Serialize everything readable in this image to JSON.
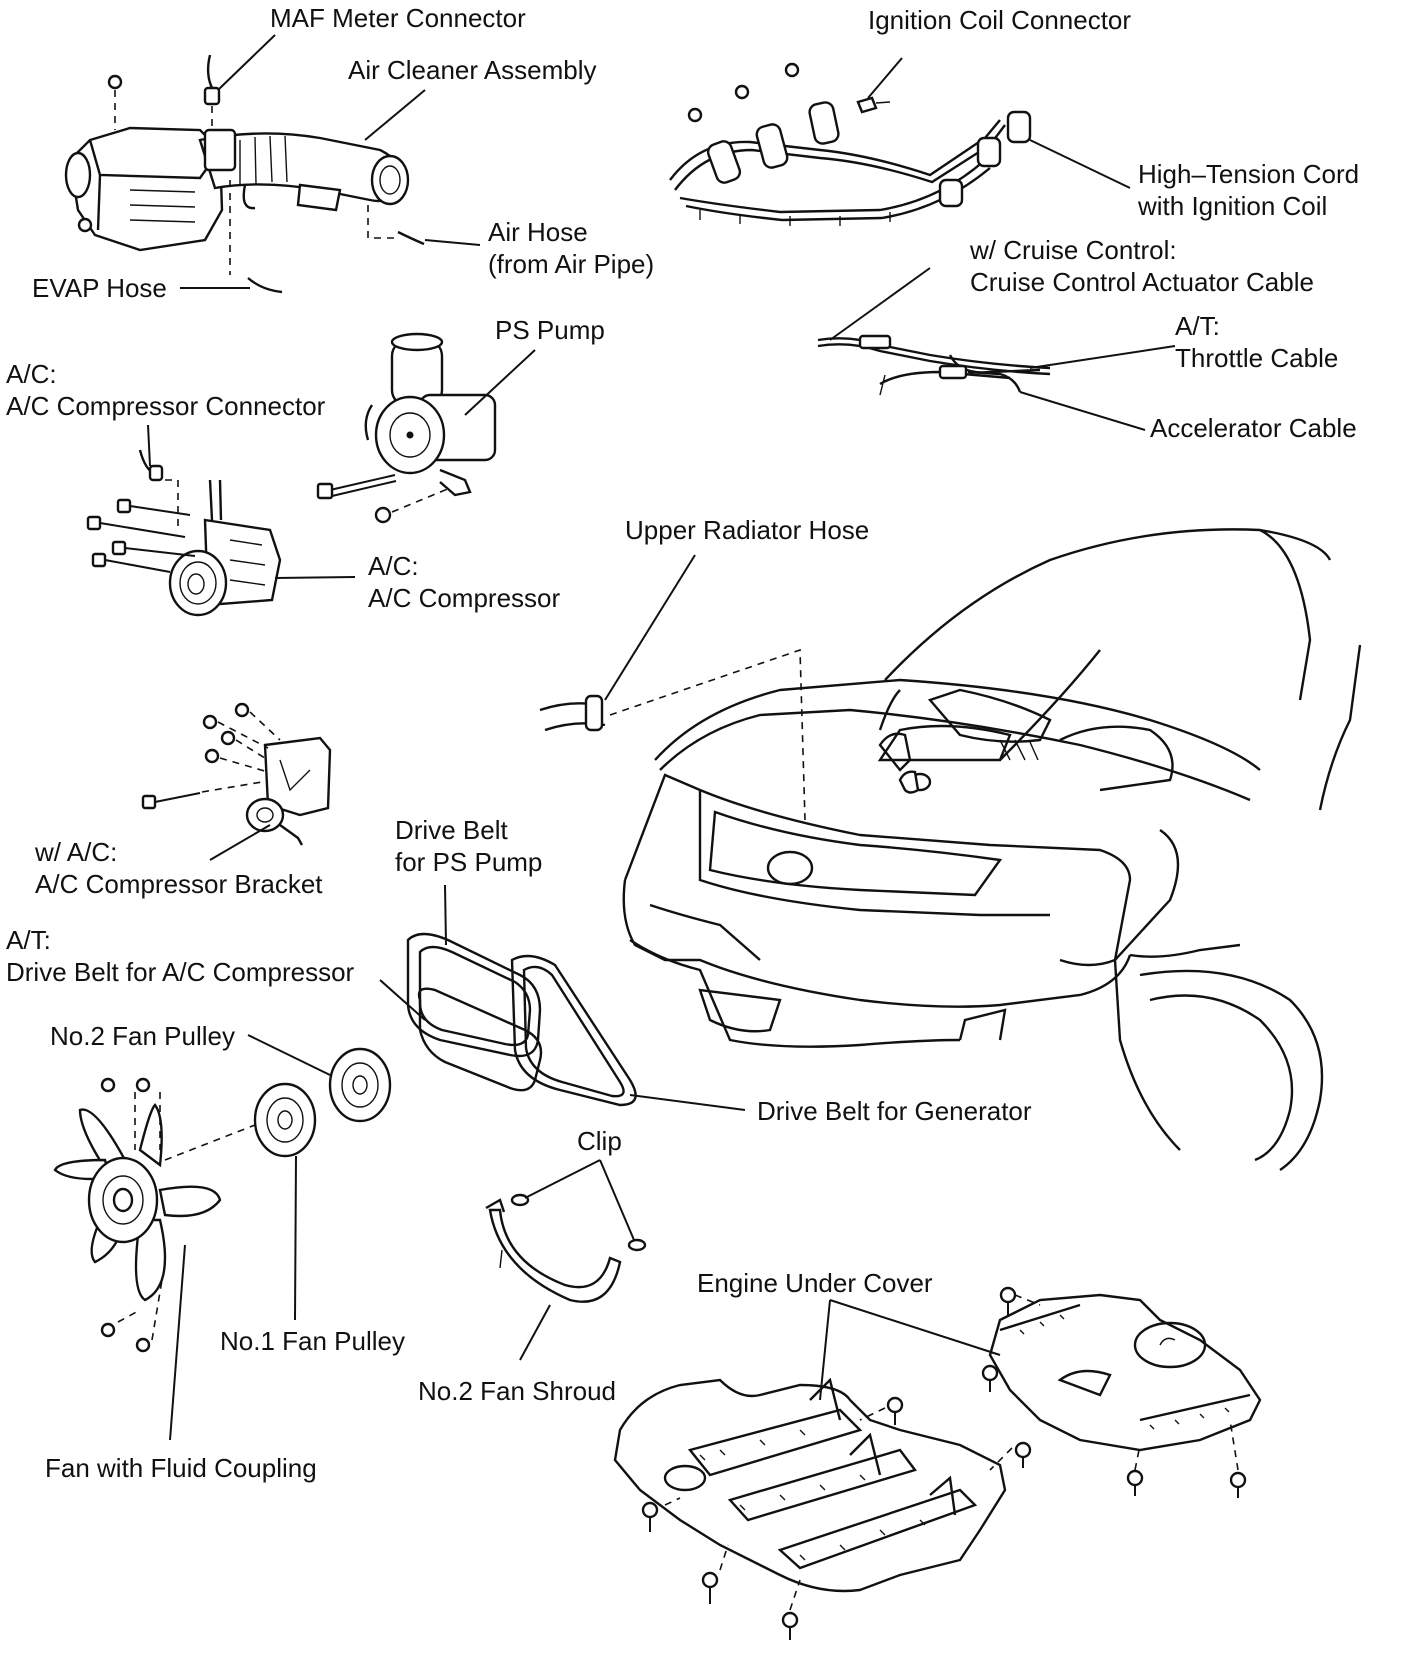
{
  "labels": {
    "maf_meter_connector": "MAF Meter Connector",
    "air_cleaner_assembly": "Air Cleaner Assembly",
    "ignition_coil_connector": "Ignition Coil Connector",
    "high_tension_cord_1": "High–Tension Cord",
    "high_tension_cord_2": "with Ignition Coil",
    "air_hose_1": "Air Hose",
    "air_hose_2": "(from Air Pipe)",
    "evap_hose": "EVAP Hose",
    "cruise_control_1": "w/ Cruise Control:",
    "cruise_control_2": "Cruise Control Actuator Cable",
    "ps_pump": "PS Pump",
    "at_throttle_1": "A/T:",
    "at_throttle_2": "Throttle Cable",
    "ac_connector_1": "A/C:",
    "ac_connector_2": "A/C Compressor Connector",
    "accelerator_cable": "Accelerator Cable",
    "upper_radiator_hose": "Upper Radiator Hose",
    "ac_compressor_1": "A/C:",
    "ac_compressor_2": "A/C Compressor",
    "drive_belt_ps_1": "Drive Belt",
    "drive_belt_ps_2": "for PS Pump",
    "ac_bracket_1": "w/ A/C:",
    "ac_bracket_2": "A/C Compressor Bracket",
    "at_drive_belt_1": "A/T:",
    "at_drive_belt_2": "Drive Belt for A/C Compressor",
    "no2_fan_pulley": "No.2 Fan Pulley",
    "drive_belt_generator": "Drive Belt for Generator",
    "clip": "Clip",
    "engine_under_cover": "Engine Under Cover",
    "no1_fan_pulley": "No.1 Fan Pulley",
    "no2_fan_shroud": "No.2 Fan Shroud",
    "fan_fluid_coupling": "Fan with Fluid Coupling"
  }
}
